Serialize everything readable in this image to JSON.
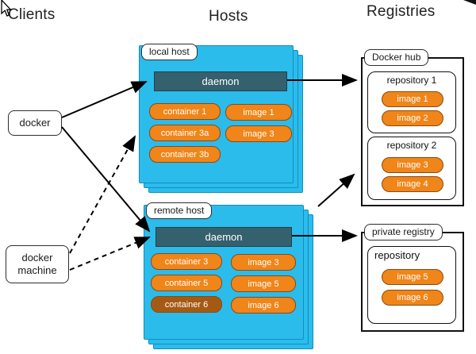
{
  "headers": {
    "clients": "Clients",
    "hosts": "Hosts",
    "registries": "Registries"
  },
  "clients": {
    "docker": "docker",
    "docker_machine": "docker\nmachine"
  },
  "hosts": [
    {
      "label": "local host",
      "daemon": "daemon",
      "containers": [
        "container 1",
        "container 3a",
        "container 3b"
      ],
      "images": [
        "image 1",
        "image 3"
      ]
    },
    {
      "label": "remote host",
      "daemon": "daemon",
      "containers": [
        "container 3",
        "container 5",
        "container 6"
      ],
      "images": [
        "image 3",
        "image 5",
        "image 6"
      ]
    }
  ],
  "registries": [
    {
      "label": "Docker hub",
      "repositories": [
        {
          "name": "repository 1",
          "images": [
            "image 1",
            "image 2"
          ]
        },
        {
          "name": "repository 2",
          "images": [
            "image 3",
            "image 4"
          ]
        }
      ]
    },
    {
      "label": "private registry",
      "repositories": [
        {
          "name": "repository",
          "images": [
            "image 5",
            "image 6"
          ]
        }
      ]
    }
  ],
  "colors": {
    "host_fill": "#2BBCEC",
    "daemon_fill": "#35606D",
    "item_orange": "#F08519",
    "item_dark_orange": "#A55A14",
    "arrow": "#000000"
  }
}
